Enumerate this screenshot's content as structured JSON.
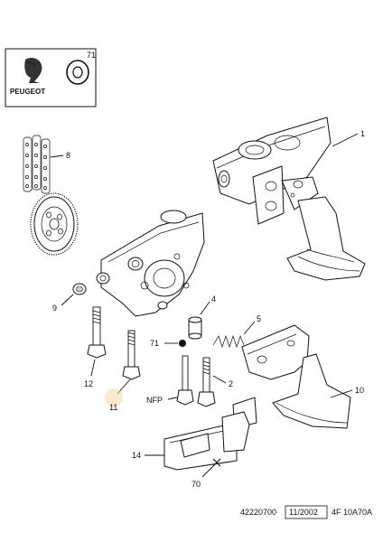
{
  "logo_box": {
    "part_number": "71",
    "brand_text": "PEUGEOT"
  },
  "callouts": {
    "c1": "1",
    "c2": "2",
    "c4": "4",
    "c5": "5",
    "c8": "8",
    "c9": "9",
    "c10": "10",
    "c11": "11",
    "c12": "12",
    "c14": "14",
    "c70": "70",
    "c71": "71",
    "nfp": "NFP"
  },
  "footer": {
    "ref": "42220700",
    "date": "11/2002",
    "code": "4F 10A70A"
  }
}
